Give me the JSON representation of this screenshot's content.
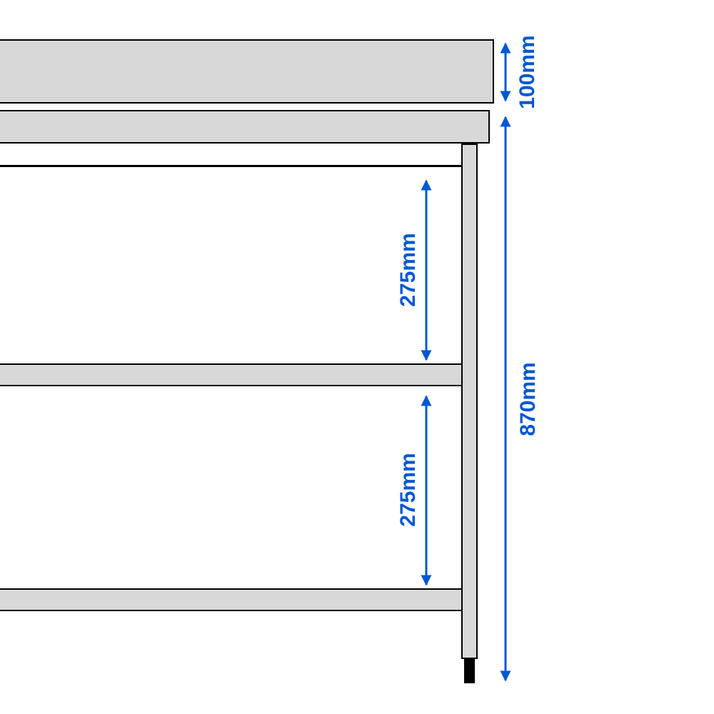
{
  "diagram": {
    "subject": "Stainless steel work table side elevation with backsplash, two under-shelves, leg and adjustable foot",
    "colors": {
      "part_fill": "#d8d8d8",
      "part_outline": "#000000",
      "dimension": "#0057d2",
      "background": "#ffffff"
    },
    "dimensions": {
      "backsplash_height": "100mm",
      "overall_height": "870mm",
      "upper_clearance": "275mm",
      "lower_clearance": "275mm"
    }
  }
}
